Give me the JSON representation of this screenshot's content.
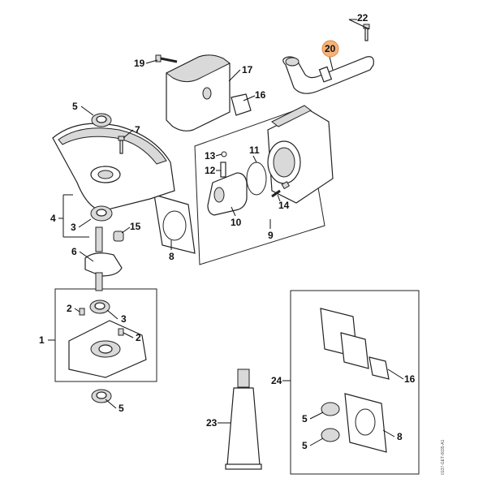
{
  "diagram": {
    "title": "Exploded parts diagram",
    "highlight_color": "#f5b27a",
    "highlighted_part": "20",
    "labels": {
      "p22": "22",
      "p20": "20",
      "p19": "19",
      "p17": "17",
      "p16a": "16",
      "p5a": "5",
      "p7": "7",
      "p13": "13",
      "p11": "11",
      "p12": "12",
      "p4": "4",
      "p3a": "3",
      "p15": "15",
      "p14": "14",
      "p10": "10",
      "p9": "9",
      "p8a": "8",
      "p6": "6",
      "p2a": "2",
      "p3b": "3",
      "p1": "1",
      "p2b": "2",
      "p5b": "5",
      "p24": "24",
      "p16b": "16",
      "p23": "23",
      "p5c": "5",
      "p8b": "8",
      "p5d": "5"
    },
    "reference_code": "0137-GET-0035-A1"
  }
}
